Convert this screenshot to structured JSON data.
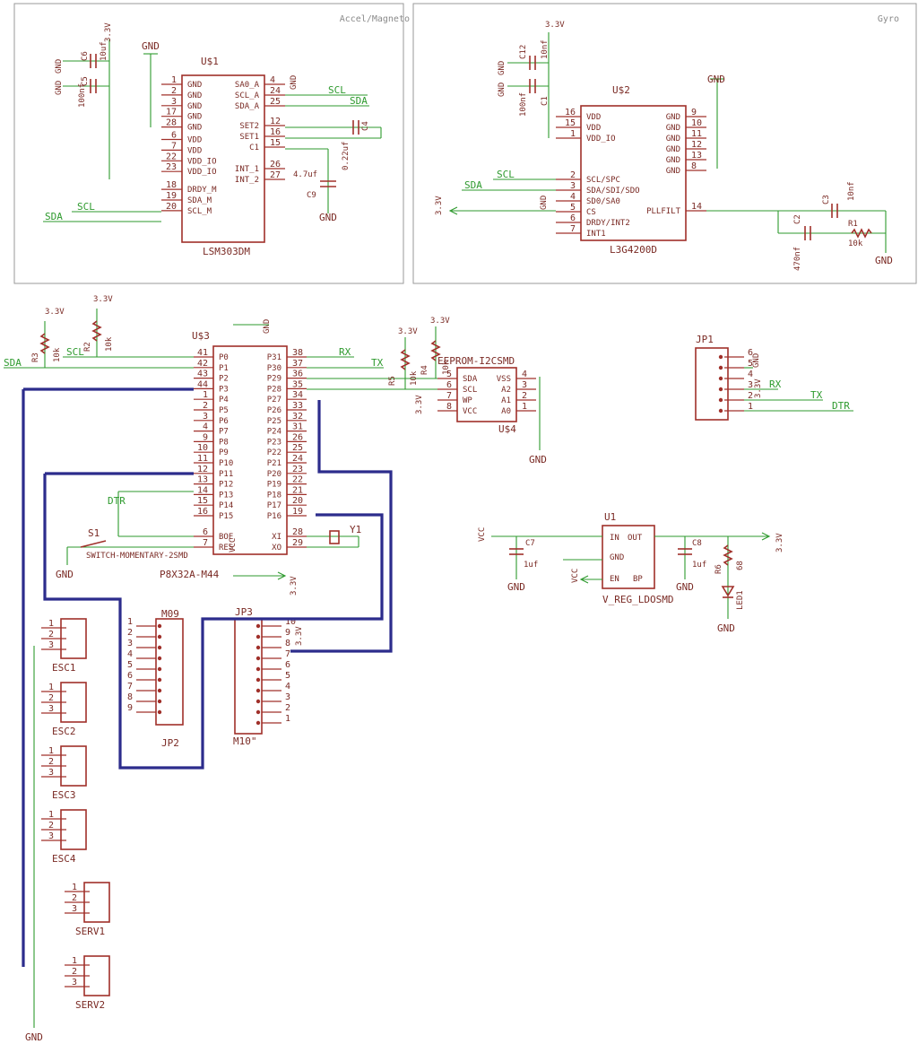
{
  "frames": {
    "accel_title": "Accel/Magneto",
    "gyro_title": "Gyro"
  },
  "accel": {
    "ref": "U$1",
    "value": "LSM303DM",
    "left_pins": [
      {
        "num": "1",
        "name": "GND"
      },
      {
        "num": "2",
        "name": "GND"
      },
      {
        "num": "3",
        "name": "GND"
      },
      {
        "num": "17",
        "name": "GND"
      },
      {
        "num": "28",
        "name": "GND"
      },
      {
        "num": "6",
        "name": "VDD"
      },
      {
        "num": "7",
        "name": "VDD"
      },
      {
        "num": "22",
        "name": "VDD_IO"
      },
      {
        "num": "23",
        "name": "VDD_IO"
      },
      {
        "num": "18",
        "name": "DRDY_M"
      },
      {
        "num": "19",
        "name": "SDA_M"
      },
      {
        "num": "20",
        "name": "SCL_M"
      }
    ],
    "right_pins": [
      {
        "num": "4",
        "name": "SA0_A"
      },
      {
        "num": "24",
        "name": "SCL_A"
      },
      {
        "num": "25",
        "name": "SDA_A"
      },
      {
        "num": "12",
        "name": "SET2"
      },
      {
        "num": "16",
        "name": "SET1"
      },
      {
        "num": "15",
        "name": "C1"
      },
      {
        "num": "26",
        "name": "INT_1"
      },
      {
        "num": "27",
        "name": "INT_2"
      }
    ],
    "nets": {
      "scl": "SCL",
      "sda": "SDA",
      "gnd": "GND",
      "v33": "3.3V"
    },
    "caps": {
      "c6": "C6",
      "c6_val": "10uf",
      "c5": "C5",
      "c5_val": "100nf",
      "c4": "C4",
      "c4_val": "0.22uf",
      "c9": "C9",
      "c9_val": "4.7uf"
    }
  },
  "gyro": {
    "ref": "U$2",
    "value": "L3G4200D",
    "left_pins": [
      {
        "num": "16",
        "name": "VDD"
      },
      {
        "num": "15",
        "name": "VDD"
      },
      {
        "num": "1",
        "name": "VDD_IO"
      },
      {
        "num": "2",
        "name": "SCL/SPC"
      },
      {
        "num": "3",
        "name": "SDA/SDI/SDO"
      },
      {
        "num": "4",
        "name": "SD0/SA0"
      },
      {
        "num": "5",
        "name": "CS"
      },
      {
        "num": "6",
        "name": "DRDY/INT2"
      },
      {
        "num": "7",
        "name": "INT1"
      }
    ],
    "right_pins": [
      {
        "num": "9",
        "name": "GND"
      },
      {
        "num": "10",
        "name": "GND"
      },
      {
        "num": "11",
        "name": "GND"
      },
      {
        "num": "12",
        "name": "GND"
      },
      {
        "num": "13",
        "name": "GND"
      },
      {
        "num": "8",
        "name": "GND"
      },
      {
        "num": "14",
        "name": "PLLFILT"
      }
    ],
    "nets": {
      "scl": "SCL",
      "sda": "SDA",
      "gnd": "GND",
      "v33": "3.3V"
    },
    "caps": {
      "c12": "C12",
      "c12_val": "10nf",
      "c1": "C1",
      "c1_val": "100nf",
      "c3": "C3",
      "c3_val": "10nf",
      "c2": "C2",
      "c2_val": "470nf",
      "r1": "R1",
      "r1_val": "10k"
    }
  },
  "mcu": {
    "ref": "U$3",
    "value": "P8X32A-M44",
    "left_pins": [
      {
        "num": "41",
        "name": "P0"
      },
      {
        "num": "42",
        "name": "P1"
      },
      {
        "num": "43",
        "name": "P2"
      },
      {
        "num": "44",
        "name": "P3"
      },
      {
        "num": "1",
        "name": "P4"
      },
      {
        "num": "2",
        "name": "P5"
      },
      {
        "num": "3",
        "name": "P6"
      },
      {
        "num": "4",
        "name": "P7"
      },
      {
        "num": "9",
        "name": "P8"
      },
      {
        "num": "10",
        "name": "P9"
      },
      {
        "num": "11",
        "name": "P10"
      },
      {
        "num": "12",
        "name": "P11"
      },
      {
        "num": "13",
        "name": "P12"
      },
      {
        "num": "14",
        "name": "P13"
      },
      {
        "num": "15",
        "name": "P14"
      },
      {
        "num": "16",
        "name": "P15"
      }
    ],
    "right_pins": [
      {
        "num": "38",
        "name": "P31"
      },
      {
        "num": "37",
        "name": "P30"
      },
      {
        "num": "36",
        "name": "P29"
      },
      {
        "num": "35",
        "name": "P28"
      },
      {
        "num": "34",
        "name": "P27"
      },
      {
        "num": "33",
        "name": "P26"
      },
      {
        "num": "32",
        "name": "P25"
      },
      {
        "num": "31",
        "name": "P24"
      },
      {
        "num": "26",
        "name": "P23"
      },
      {
        "num": "25",
        "name": "P22"
      },
      {
        "num": "24",
        "name": "P21"
      },
      {
        "num": "23",
        "name": "P20"
      },
      {
        "num": "22",
        "name": "P19"
      },
      {
        "num": "21",
        "name": "P18"
      },
      {
        "num": "20",
        "name": "P17"
      },
      {
        "num": "19",
        "name": "P16"
      }
    ],
    "bottom_left": [
      {
        "num": "6",
        "name": "BOE"
      },
      {
        "num": "7",
        "name": "RES"
      }
    ],
    "bottom_right": [
      {
        "num": "28",
        "name": "XI"
      },
      {
        "num": "29",
        "name": "XO"
      }
    ],
    "vcc_label": "VCC",
    "top_gnd": "GND",
    "nets": {
      "rx": "RX",
      "tx": "TX",
      "sda": "SDA",
      "scl": "SCL",
      "dtr": "DTR",
      "v33": "3.3V",
      "gnd": "GND"
    },
    "r3": "R3",
    "r3_val": "10k",
    "r2": "R2",
    "r2_val": "10k",
    "switch_ref": "S1",
    "switch_val": "SWITCH-MOMENTARY-2SMD",
    "crystal": "Y1"
  },
  "eeprom": {
    "ref": "U$4",
    "value": "EEPROM-I2CSMD",
    "left_pins": [
      {
        "num": "5",
        "name": "SDA"
      },
      {
        "num": "6",
        "name": "SCL"
      },
      {
        "num": "7",
        "name": "WP"
      },
      {
        "num": "8",
        "name": "VCC"
      }
    ],
    "right_pins": [
      {
        "num": "4",
        "name": "VSS"
      },
      {
        "num": "3",
        "name": "A2"
      },
      {
        "num": "2",
        "name": "A1"
      },
      {
        "num": "1",
        "name": "A0"
      }
    ],
    "r5": "R5",
    "r5_val": "10k",
    "r4": "R4",
    "r4_val": "10k",
    "v33": "3.3V",
    "gnd": "GND"
  },
  "jp1": {
    "ref": "JP1",
    "pins": [
      "6",
      "5",
      "4",
      "3",
      "2",
      "1"
    ],
    "nets": {
      "gnd": "GND",
      "v33": "3.3V",
      "rx": "RX",
      "tx": "TX",
      "dtr": "DTR"
    }
  },
  "regulator": {
    "ref": "U1",
    "value": "V_REG_LDOSMD",
    "pins": {
      "in": "IN",
      "out": "OUT",
      "gnd": "GND",
      "en": "EN",
      "bp": "BP"
    },
    "c7": "C7",
    "c7_val": "1uf",
    "c8": "C8",
    "c8_val": "1uf",
    "r6": "R6",
    "r6_val": "68",
    "led": "LED1",
    "vcc": "VCC",
    "v33": "3.3V",
    "gnd": "GND"
  },
  "headers": {
    "m09_ref": "M09",
    "m09_name": "JP2",
    "m09_pins": [
      "1",
      "2",
      "3",
      "4",
      "5",
      "6",
      "7",
      "8",
      "9"
    ],
    "jp3_ref": "JP3",
    "jp3_name": "M10\"",
    "jp3_pins": [
      "10",
      "9",
      "8",
      "7",
      "6",
      "5",
      "4",
      "3",
      "2",
      "1"
    ],
    "jp3_v": "3.3V"
  },
  "escs": [
    "ESC1",
    "ESC2",
    "ESC3",
    "ESC4"
  ],
  "servos": [
    "SERV1",
    "SERV2"
  ],
  "three_pins": [
    "1",
    "2",
    "3"
  ],
  "misc": {
    "vcc": "VCC",
    "gnd": "GND",
    "v33": "3.3V"
  }
}
